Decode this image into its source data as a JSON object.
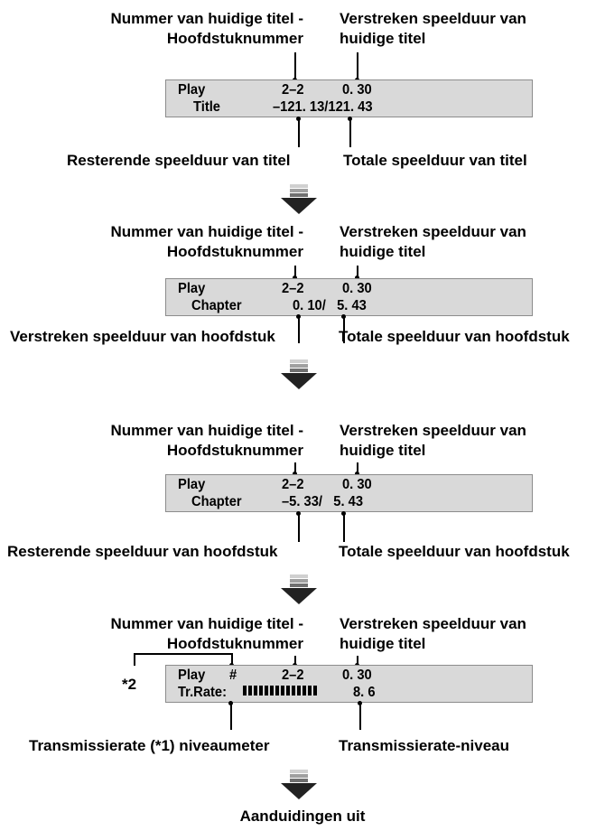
{
  "labels": {
    "title_chapter": "Nummer van huidige titel -",
    "title_chapter_2": "Hoofdstuknummer",
    "elapsed_title": "Verstreken speelduur van",
    "elapsed_title_2": "huidige titel",
    "remaining_title": "Resterende speelduur van titel",
    "total_title": "Totale speelduur van titel",
    "elapsed_chapter": "Verstreken speelduur van hoofdstuk",
    "total_chapter": "Totale speelduur van hoofdstuk",
    "remaining_chapter": "Resterende speelduur van hoofdstuk",
    "star2": "*2",
    "tx_meter": "Transmissierate (*1) niveaumeter",
    "tx_level": "Transmissierate-niveau",
    "off": "Aanduidingen uit"
  },
  "displays": [
    {
      "row1_mode": "Play",
      "row1_hash": "",
      "row1_title_chapter": "2–2",
      "row1_time": "0. 30",
      "row2_label": "Title",
      "row2_value": "–121. 13/121. 43"
    },
    {
      "row1_mode": "Play",
      "row1_hash": "",
      "row1_title_chapter": "2–2",
      "row1_time": "0. 30",
      "row2_label": "Chapter",
      "row2_value": "0. 10/   5. 43"
    },
    {
      "row1_mode": "Play",
      "row1_hash": "",
      "row1_title_chapter": "2–2",
      "row1_time": "0. 30",
      "row2_label": "Chapter",
      "row2_value": "–5. 33/   5. 43"
    },
    {
      "row1_mode": "Play",
      "row1_hash": "#",
      "row1_title_chapter": "2–2",
      "row1_time": "0. 30",
      "row2_label": "Tr.Rate:",
      "row2_rate": "8. 6",
      "meter_level": 1.0
    }
  ]
}
